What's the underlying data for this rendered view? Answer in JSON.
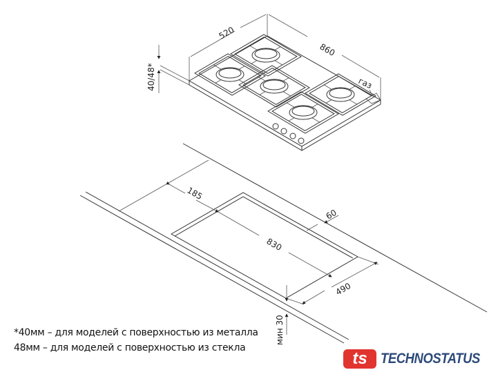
{
  "dimensions": {
    "hob_depth": "520",
    "hob_width": "860",
    "hob_height": "40/48*",
    "gas_label": "газ",
    "back_offset": "185",
    "cutout_width": "830",
    "edge_offset": "60",
    "cutout_depth": "490",
    "min_thickness": "мин 30"
  },
  "notes": [
    "*40мм – для моделей с поверхностью из металла",
    "48мм – для моделей с поверхностью из стекла"
  ],
  "logo": {
    "mark": "ts",
    "text": "TECHNOSTATUS",
    "mark_color": "#e2342f",
    "text_color": "#2d4a7a"
  }
}
